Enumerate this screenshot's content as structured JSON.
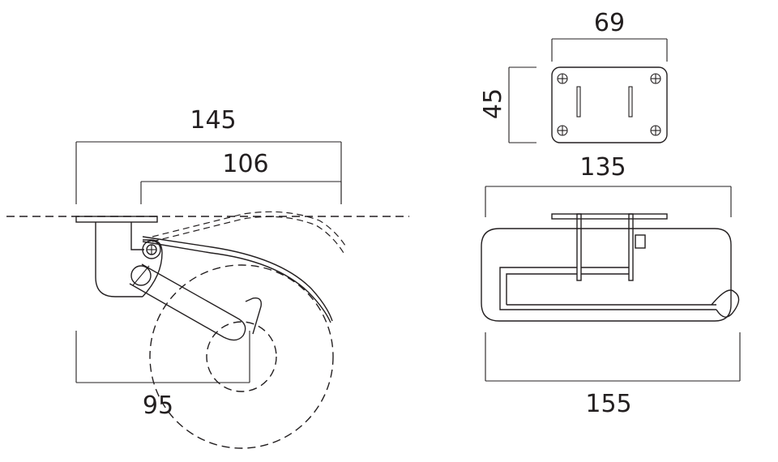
{
  "dimensions": {
    "side_total_width": "145",
    "side_inner_width": "106",
    "side_depth": "95",
    "plate_width": "69",
    "plate_height": "45",
    "front_top_width": "135",
    "front_bottom_width": "155"
  },
  "colors": {
    "line": "#231f20",
    "background": "#ffffff"
  }
}
